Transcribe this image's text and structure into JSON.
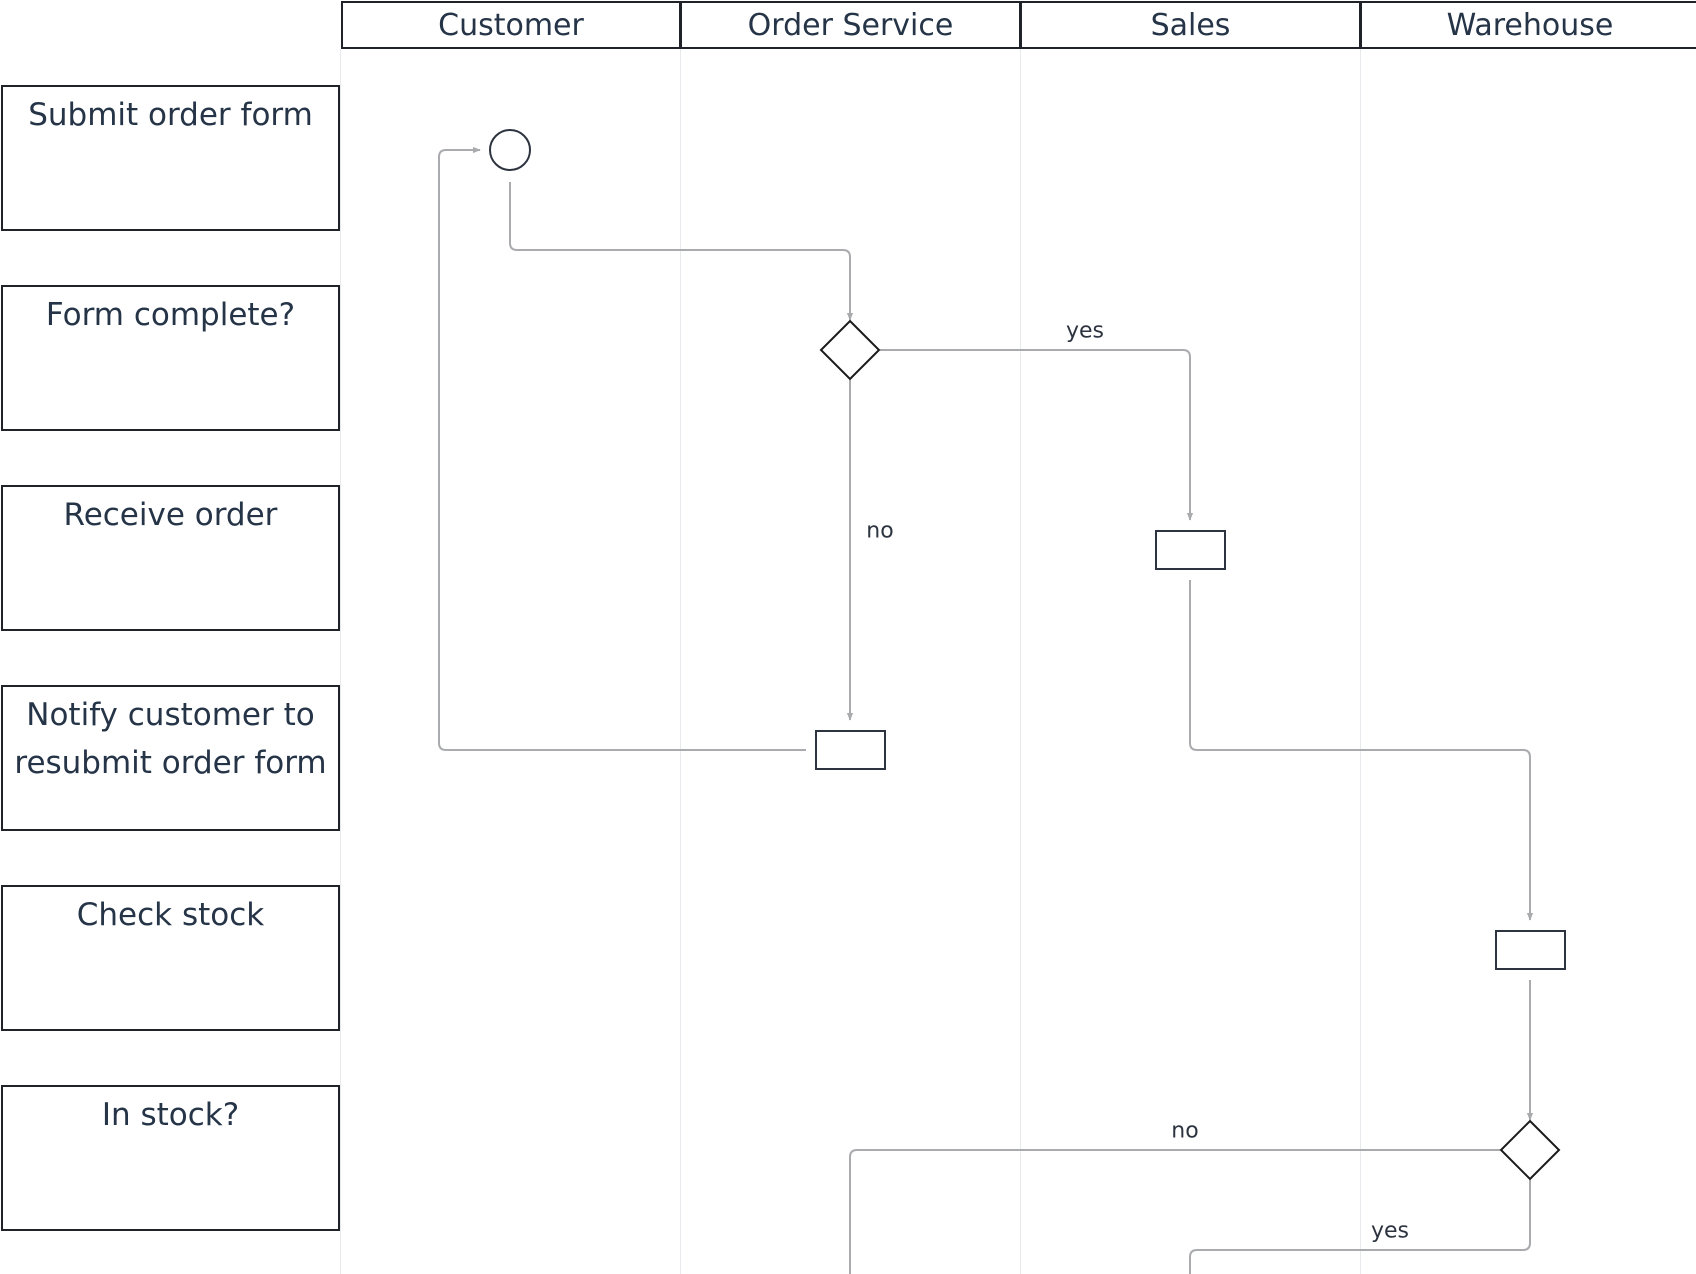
{
  "lanes": [
    {
      "id": "customer",
      "label": "Customer"
    },
    {
      "id": "order-service",
      "label": "Order Service"
    },
    {
      "id": "sales",
      "label": "Sales"
    },
    {
      "id": "warehouse",
      "label": "Warehouse"
    }
  ],
  "steps": [
    {
      "id": "submit",
      "label": "Submit order form"
    },
    {
      "id": "complete",
      "label": "Form complete?"
    },
    {
      "id": "receive",
      "label": "Receive order"
    },
    {
      "id": "notify",
      "label": "Notify customer to resubmit order form"
    },
    {
      "id": "check",
      "label": "Check stock"
    },
    {
      "id": "instock",
      "label": "In stock?"
    }
  ],
  "nodes": [
    {
      "id": "n-start",
      "kind": "start",
      "lane": "customer",
      "step": "submit"
    },
    {
      "id": "n-form-complete",
      "kind": "decision",
      "lane": "order-service",
      "step": "complete"
    },
    {
      "id": "n-receive-order",
      "kind": "task",
      "lane": "sales",
      "step": "receive"
    },
    {
      "id": "n-notify-customer",
      "kind": "task",
      "lane": "order-service",
      "step": "notify"
    },
    {
      "id": "n-check-stock",
      "kind": "task",
      "lane": "warehouse",
      "step": "check"
    },
    {
      "id": "n-in-stock",
      "kind": "decision",
      "lane": "warehouse",
      "step": "instock"
    }
  ],
  "edges": [
    {
      "id": "e-start-to-complete",
      "from": "n-start",
      "to": "n-form-complete",
      "label": ""
    },
    {
      "id": "e-complete-yes",
      "from": "n-form-complete",
      "to": "n-receive-order",
      "label": "yes"
    },
    {
      "id": "e-complete-no",
      "from": "n-form-complete",
      "to": "n-notify-customer",
      "label": "no"
    },
    {
      "id": "e-notify-to-start",
      "from": "n-notify-customer",
      "to": "n-start",
      "label": ""
    },
    {
      "id": "e-receive-to-check",
      "from": "n-receive-order",
      "to": "n-check-stock",
      "label": ""
    },
    {
      "id": "e-check-to-instock",
      "from": "n-check-stock",
      "to": "n-in-stock",
      "label": ""
    },
    {
      "id": "e-instock-no",
      "from": "n-in-stock",
      "to": "",
      "label": "no"
    },
    {
      "id": "e-instock-yes",
      "from": "n-in-stock",
      "to": "",
      "label": "yes"
    }
  ],
  "colors": {
    "border": "#1f2329",
    "text": "#253447",
    "connector": "#a9abae",
    "lane_divider": "#e7e9ec"
  }
}
